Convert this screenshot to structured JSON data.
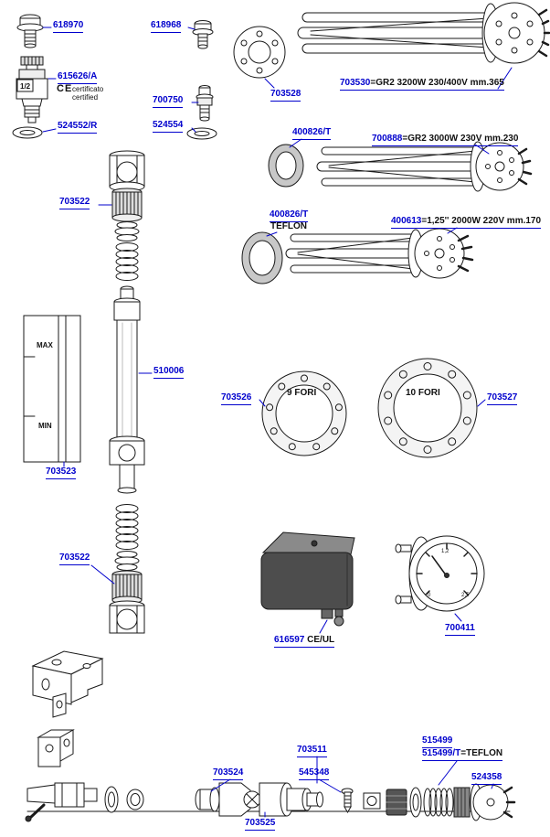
{
  "page": {
    "accent_blue": "#0000cd",
    "line_color": "#1a1a1a",
    "background": "#ffffff"
  },
  "labels": {
    "p618970": "618970",
    "p618968": "618968",
    "p615626": "615626/A",
    "certificato": "certificato",
    "certified": "certified",
    "ce_mark": "CE",
    "half_inch": "1/2",
    "p524552": "524552/R",
    "p700750": "700750",
    "p524554": "524554",
    "p703528": "703528",
    "p703530": "703530",
    "s703530": "=GR2 3200W 230/400V mm.365",
    "p400826t_1": "400826/T",
    "p700888": "700888",
    "s700888": "=GR2 3000W 230V mm.230",
    "p400826t_2": "400826/T",
    "teflon": "TEFLON",
    "p400613": "400613",
    "s400613": "=1,25'' 2000W 220V mm.170",
    "p703522_upper": "703522",
    "p510006": "510006",
    "p703523": "703523",
    "max": "MAX",
    "min": "MIN",
    "p703522_lower": "703522",
    "p703526": "703526",
    "fori9": "9 FORI",
    "p703527": "703527",
    "fori10": "10 FORI",
    "p616597": "616597",
    "s616597": " CE/UL",
    "p700411": "700411",
    "p703511": "703511",
    "p703524": "703524",
    "p545348": "545348",
    "p515499": "515499",
    "p515499t": "515499/T",
    "s515499t": "=TEFLON",
    "p524358": "524358",
    "p703525": "703525",
    "gauge_0": "0",
    "gauge_12": "1,2",
    "gauge_25": "2,5"
  }
}
